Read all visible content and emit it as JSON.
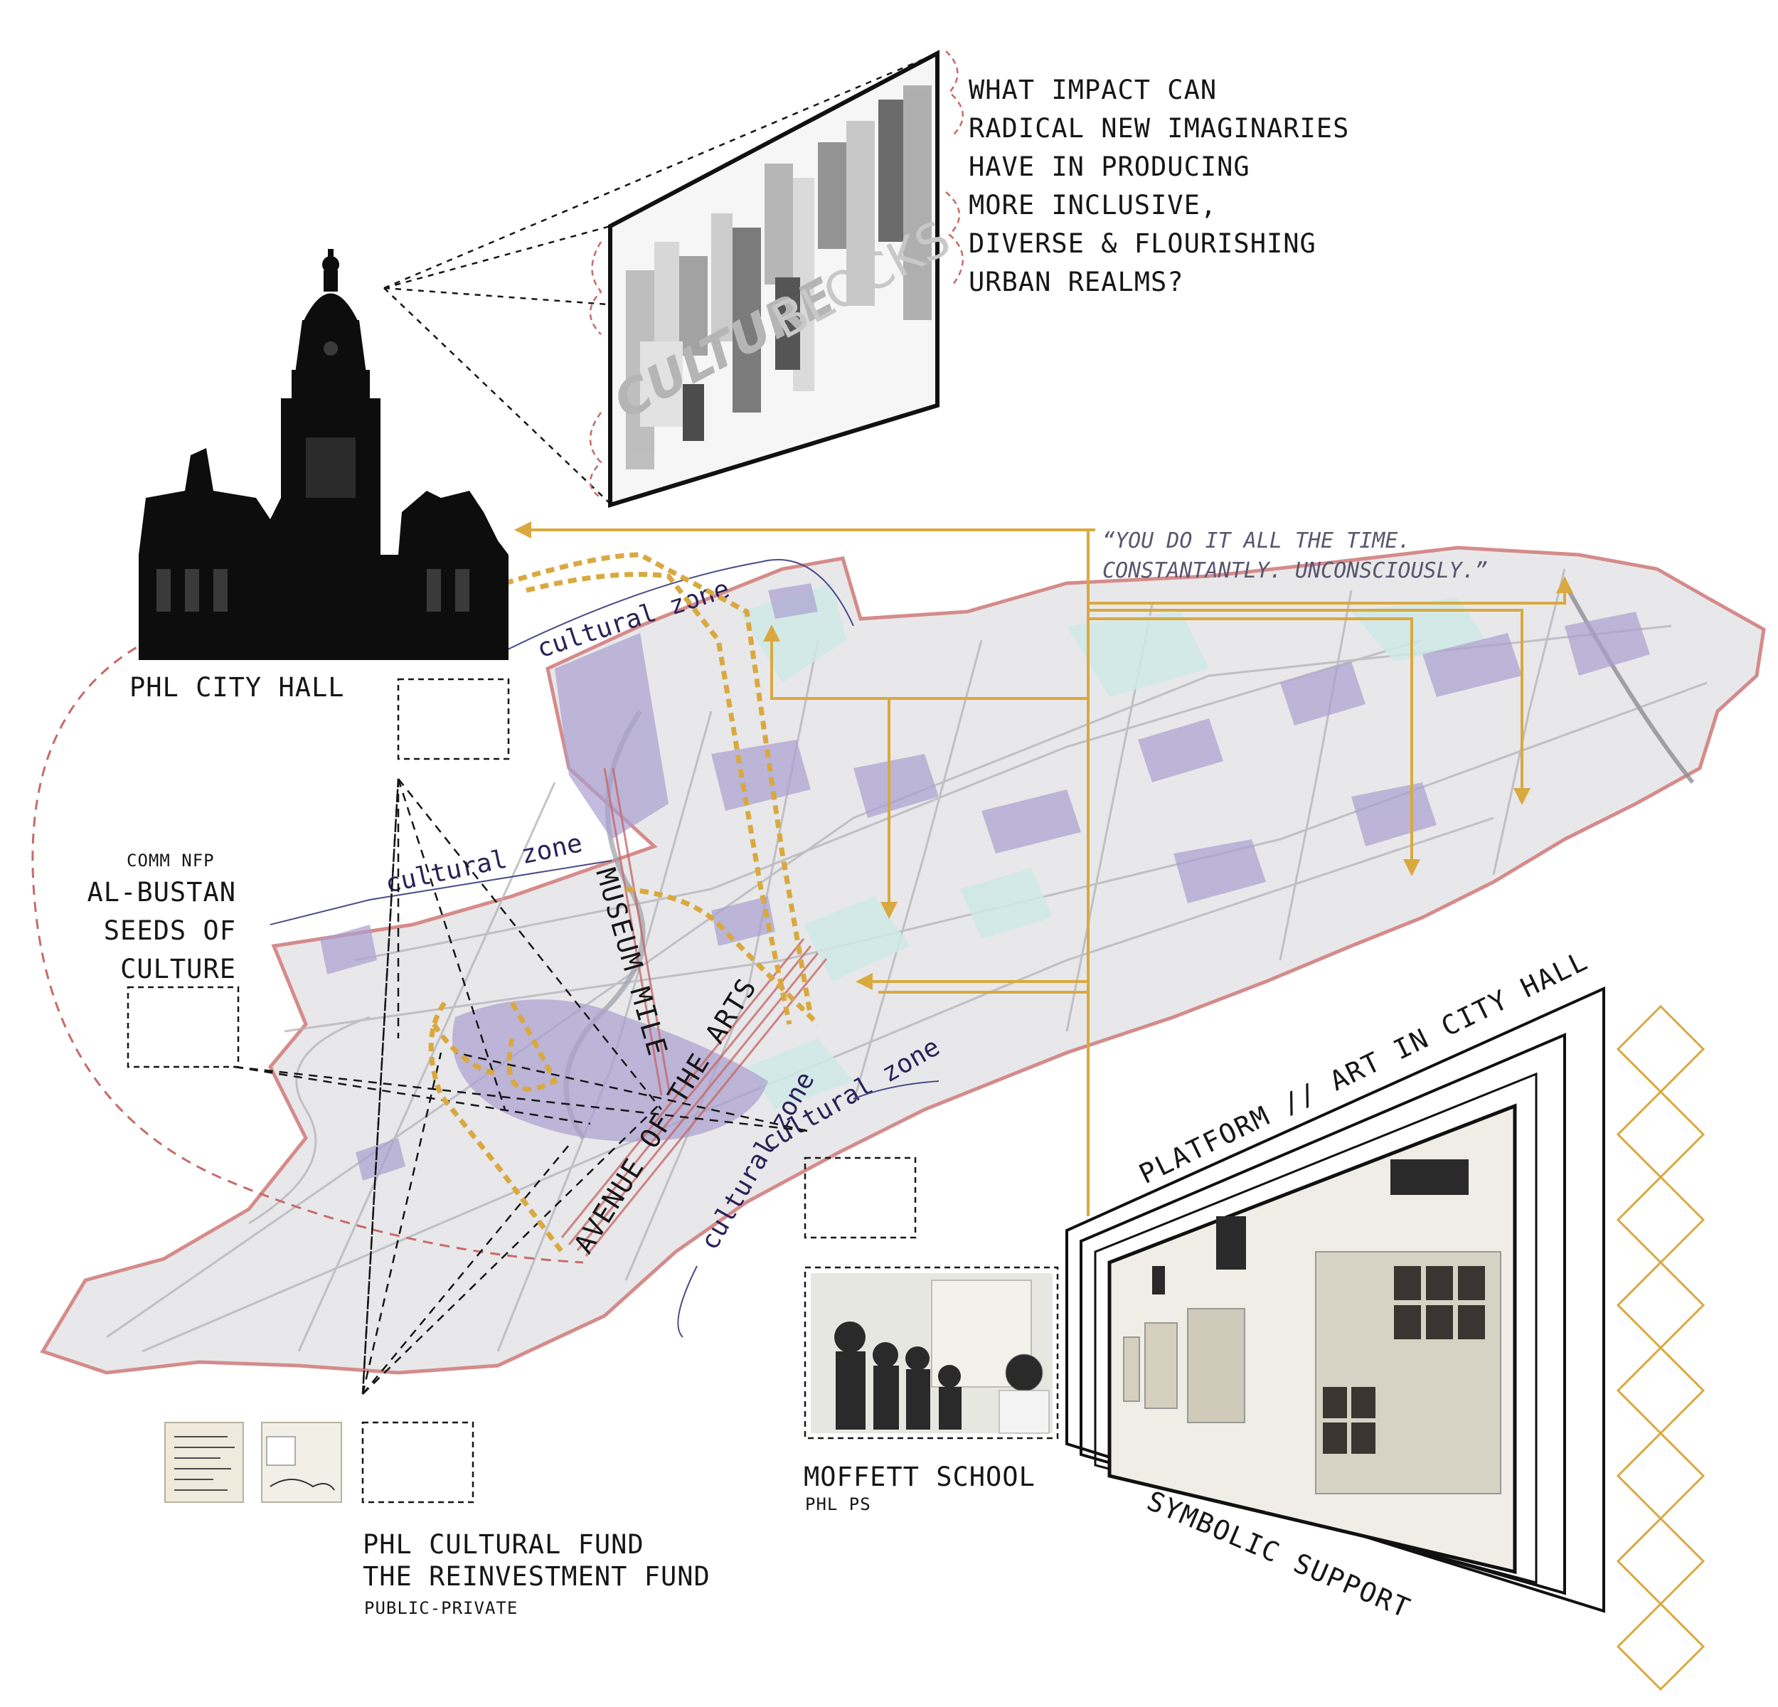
{
  "question": {
    "lines": [
      "WHAT IMPACT CAN",
      "RADICAL NEW IMAGINARIES",
      "HAVE IN PRODUCING",
      "MORE INCLUSIVE,",
      "DIVERSE & FLOURISHING",
      "URBAN REALMS?"
    ]
  },
  "logo": {
    "word_bold": "CULTURE",
    "word_light": "BLOCKS"
  },
  "quote": {
    "line1": "“YOU DO IT ALL THE TIME.",
    "line2": "CONSTANTANTLY. UNCONSCIOUSLY.”"
  },
  "stakeholders": {
    "city_hall": {
      "name": "PHL CITY HALL"
    },
    "al_bustan": {
      "type": "COMM NFP",
      "name_lines": [
        "AL-BUSTAN",
        "SEEDS OF",
        "CULTURE"
      ]
    },
    "cultural_fund": {
      "name_line1": "PHL CULTURAL FUND",
      "name_line2": "THE REINVESTMENT FUND",
      "type": "PUBLIC-PRIVATE"
    },
    "moffett": {
      "name": "MOFFETT SCHOOL",
      "type": "PHL PS"
    }
  },
  "map_labels": {
    "cultural_zone_1": "cultural zone",
    "cultural_zone_2": "cultural zone",
    "cultural_zone_3": "cultural zone",
    "cultural_zone_4": "cultural zone",
    "museum_mile": "MUSEUM MILE",
    "avenue_of_arts": "AVENUE OF THE ARTS"
  },
  "platform": {
    "top_label": "PLATFORM // ART IN CITY HALL",
    "bottom_label": "SYMBOLIC SUPPORT"
  },
  "colors": {
    "gold": "#d9a93f",
    "red_dash": "#c76a6a",
    "map_border": "#d58b8b",
    "purple_zone": "#a9a0d0",
    "teal_zone": "#cfe9e6",
    "ink": "#161616"
  },
  "icons": [
    "city-hall-tower-icon",
    "photo-placeholder",
    "diamond-chain-icon"
  ]
}
